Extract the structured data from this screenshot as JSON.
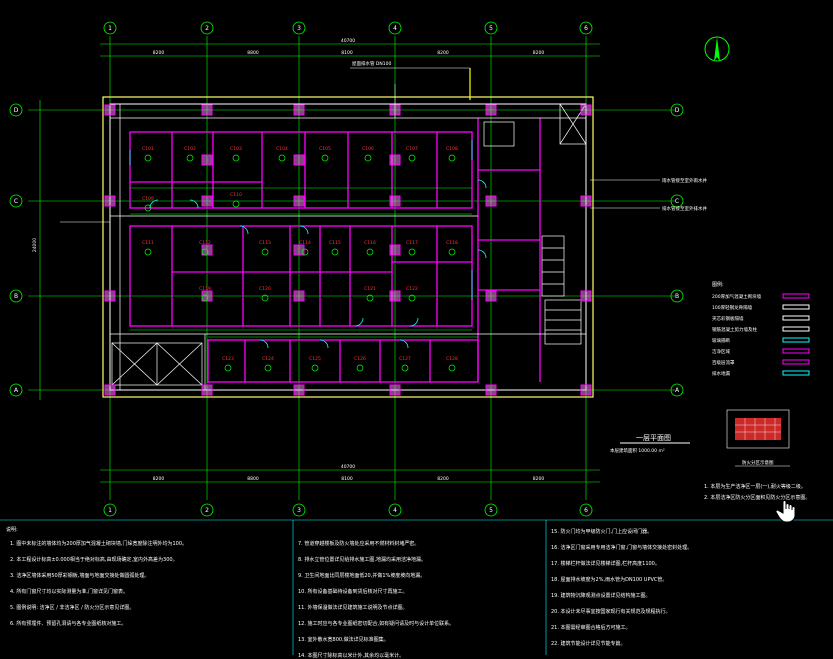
{
  "drawing": {
    "title": "一层平面图",
    "subtitle": "本层建筑面积 1000.00 m²",
    "total_dim_top": "40700",
    "total_dim_bottom": "40700",
    "total_dim_left": "24000",
    "col_axes": [
      "1",
      "2",
      "3",
      "4",
      "5",
      "6"
    ],
    "row_axes": [
      "A",
      "B",
      "C",
      "D"
    ],
    "bay_dims_top": [
      "8200",
      "8800",
      "8100",
      "8200",
      "8200"
    ],
    "bay_dims_bottom": [
      "8200",
      "8800",
      "8100",
      "8200",
      "8200"
    ],
    "room_codes": [
      "C101",
      "C102",
      "C103",
      "C104",
      "C105",
      "C106",
      "C107",
      "C108",
      "C109",
      "C110",
      "C111",
      "C112",
      "C113",
      "C114",
      "C115",
      "C116",
      "C117",
      "C118",
      "C119",
      "C120",
      "C121",
      "C122",
      "C123",
      "C124",
      "C125",
      "C126",
      "C127",
      "C128"
    ],
    "annotations": [
      "屋面排水管 DN100",
      "雨水管接至室外雨水井",
      "排水管接至室外排水井"
    ],
    "detail_caption": "防火分区示意图"
  },
  "legend": {
    "title": "图例:",
    "items": [
      {
        "label": "200厚加气混凝土砌块墙",
        "color": "#ff00ff"
      },
      {
        "label": "100厚轻钢龙骨隔墙",
        "color": "#ffffff"
      },
      {
        "label": "夹芯彩钢板隔墙",
        "color": "#ffffff"
      },
      {
        "label": "钢筋混凝土剪力墙及柱",
        "color": "#ffffff"
      },
      {
        "label": "玻璃隔断",
        "color": "#00ffff"
      },
      {
        "label": "洁净区域",
        "color": "#ff00ff"
      },
      {
        "label": "百级层流罩",
        "color": "#ff00ff"
      },
      {
        "label": "排水地漏",
        "color": "#00ffff"
      }
    ]
  },
  "remarks": [
    "1. 本层为生产洁净区一层(一),耐火等级二级。",
    "2. 本层洁净区防火分区面积见防火分区示意图。"
  ],
  "notes": {
    "heading": "说明:",
    "col1": [
      "1. 图中未标注的墙体均为200厚加气混凝土砌块墙,门垛宽度除注明外均为100。",
      "2. 本工程设计标高±0.000相当于绝对标高,由现场确定,室内外高差为300。",
      "3. 洁净区墙体采用50厚彩钢板,墙面与地面交接处做圆弧处理。",
      "4. 所有门窗尺寸均以实际测量为准,门窗详见门窗表。",
      "5. 图例说明: 洁净区 / 非洁净区 / 防火分区示意见详图。",
      "6. 所有预埋件、预留孔洞请与各专业图纸核对施工。"
    ],
    "col2": [
      "7. 管道穿越楼板及防火墙处应采用不燃材料封堵严密。",
      "8. 排水立管位置详见给排水施工图,地漏均采用洁净地漏。",
      "9. 卫生间地面比同层楼地面低20,并做1%坡度坡向地漏。",
      "10. 所有设备基础待设备到货后核对尺寸再施工。",
      "11. 外墙保温做法详见建筑施工说明及节点详图。",
      "12. 施工时应与各专业图纸密切配合,如有疑问请及时与设计单位联系。",
      "13. 室外散水宽800,做法详见标准图集。",
      "14. 本图尺寸除标高以米计外,其余均以毫米计。"
    ],
    "col3": [
      "15. 防火门均为甲级防火门,门上应设闭门器。",
      "16. 洁净区门窗采用专用洁净门窗,门窗与墙体交接处密封处理。",
      "17. 楼梯栏杆做法详见楼梯详图,栏杆高度1100。",
      "18. 屋面排水坡度为2%,雨水管为DN100 UPVC管。",
      "19. 建筑物沉降观测点设置详见结构施工图。",
      "20. 本设计未尽事宜按国家现行有关规范及规程执行。",
      "21. 本图需经审图合格后方可施工。",
      "22. 建筑节能设计详见节能专篇。"
    ]
  }
}
